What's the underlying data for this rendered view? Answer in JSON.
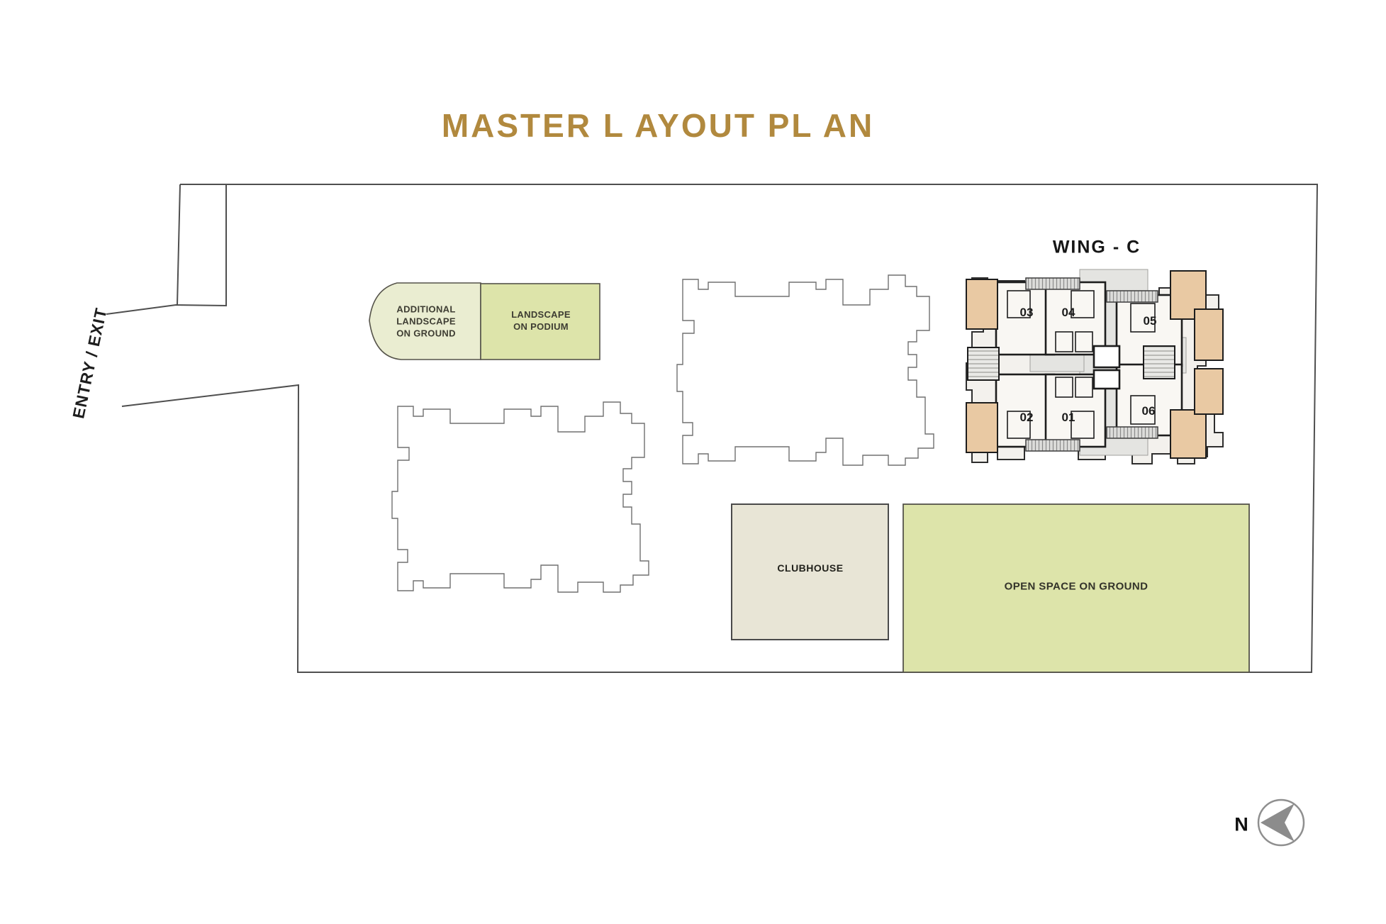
{
  "title": {
    "text": "MASTER L AYOUT PL AN",
    "color": "#B1893E"
  },
  "site": {
    "entry_exit": "ENTRY / EXIT",
    "boundary_color": "#4F4F4F"
  },
  "zones": {
    "additional_landscape": {
      "lines": [
        "ADDITIONAL",
        "LANDSCAPE",
        "ON GROUND"
      ],
      "fill": "#EAEDD1"
    },
    "landscape_podium": {
      "lines": [
        "LANDSCAPE",
        "ON PODIUM"
      ],
      "fill": "#DDE4AA"
    },
    "clubhouse": {
      "label": "CLUBHOUSE",
      "fill": "#E8E5D6"
    },
    "open_space": {
      "label": "OPEN SPACE ON GROUND",
      "fill": "#DDE4AA"
    }
  },
  "wing_c": {
    "label": "WING - C",
    "room_fill": "#E9C9A3",
    "units": [
      {
        "label": "03"
      },
      {
        "label": "04"
      },
      {
        "label": "05"
      },
      {
        "label": "02"
      },
      {
        "label": "01"
      },
      {
        "label": "06"
      }
    ]
  },
  "compass": {
    "label": "N"
  }
}
